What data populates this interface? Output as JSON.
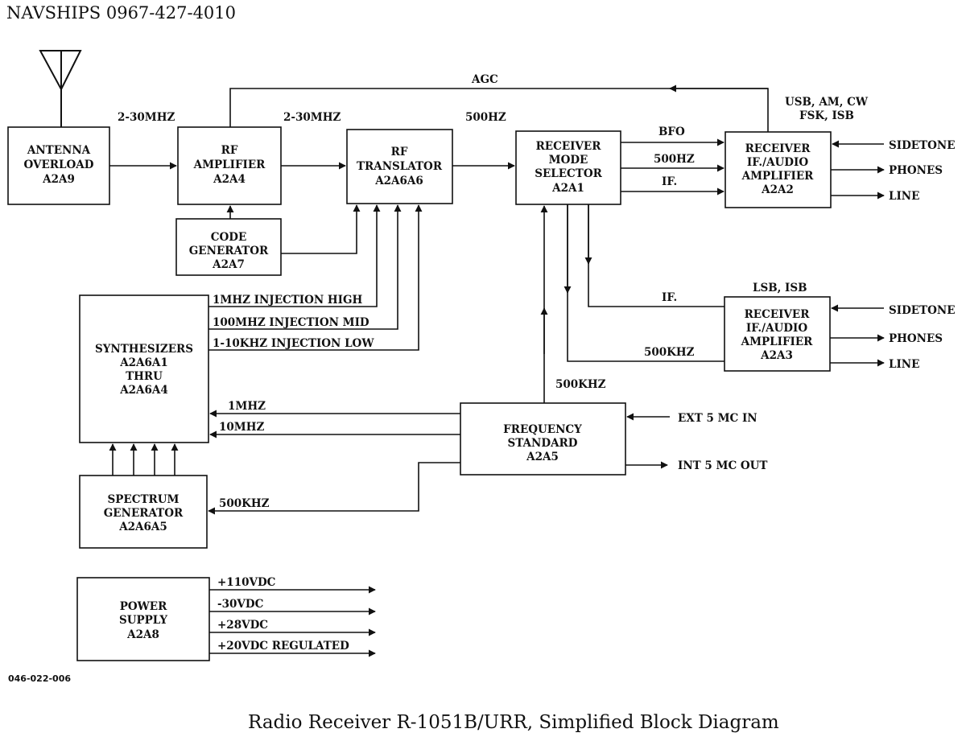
{
  "header": "NAVSHIPS 0967-427-4010",
  "caption": "Radio Receiver R-1051B/URR, Simplified Block Diagram",
  "figure_code": "046-022-006",
  "blocks": {
    "antenna_overload": [
      "ANTENNA",
      "OVERLOAD",
      "A2A9"
    ],
    "rf_amplifier": [
      "RF",
      "AMPLIFIER",
      "A2A4"
    ],
    "code_generator": [
      "CODE",
      "GENERATOR",
      "A2A7"
    ],
    "rf_translator": [
      "RF",
      "TRANSLATOR",
      "A2A6A6"
    ],
    "mode_selector": [
      "RECEIVER",
      "MODE",
      "SELECTOR",
      "A2A1"
    ],
    "if_audio_a2a2": [
      "RECEIVER",
      "IF./AUDIO",
      "AMPLIFIER",
      "A2A2"
    ],
    "if_audio_a2a3": [
      "RECEIVER",
      "IF./AUDIO",
      "AMPLIFIER",
      "A2A3"
    ],
    "synthesizers": [
      "SYNTHESIZERS",
      "A2A6A1",
      "THRU",
      "A2A6A4"
    ],
    "frequency_standard": [
      "FREQUENCY",
      "STANDARD",
      "A2A5"
    ],
    "spectrum_generator": [
      "SPECTRUM",
      "GENERATOR",
      "A2A6A5"
    ],
    "power_supply": [
      "POWER",
      "SUPPLY",
      "A2A8"
    ]
  },
  "labels": {
    "agc": "AGC",
    "freq_in": "2-30MHZ",
    "freq_mid": "2-30MHZ",
    "freq_500hz": "500HZ",
    "bfo": "BFO",
    "sig_500hz": "500HZ",
    "if_upper": "IF.",
    "modes_upper": "USB, AM, CW",
    "modes_upper2": "FSK, ISB",
    "sidetone_upper": "SIDETONE",
    "phones_upper": "PHONES",
    "line_upper": "LINE",
    "modes_lower": "LSB, ISB",
    "if_lower": "IF.",
    "khz_lower": "500KHZ",
    "sidetone_lower": "SIDETONE",
    "phones_lower": "PHONES",
    "line_lower": "LINE",
    "inj_high": "1MHZ INJECTION HIGH",
    "inj_mid": "100MHZ INJECTION MID",
    "inj_low": "1-10KHZ INJECTION LOW",
    "khz_std": "500KHZ",
    "mhz1": "1MHZ",
    "mhz10": "10MHZ",
    "khz_spec": "500KHZ",
    "ext_in": "EXT 5 MC IN",
    "int_out": "INT 5 MC OUT",
    "v110": "+110VDC",
    "v30": "-30VDC",
    "v28": "+28VDC",
    "v20": "+20VDC REGULATED"
  }
}
